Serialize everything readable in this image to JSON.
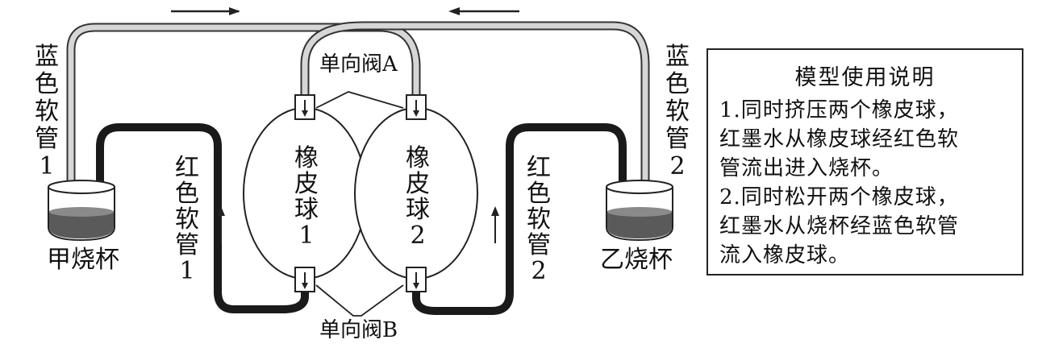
{
  "labels": {
    "blue_tube_1": [
      "蓝",
      "色",
      "软",
      "管",
      "1"
    ],
    "blue_tube_2": [
      "蓝",
      "色",
      "软",
      "管",
      "2"
    ],
    "red_tube_1": [
      "红",
      "色",
      "软",
      "管",
      "1"
    ],
    "red_tube_2": [
      "红",
      "色",
      "软",
      "管",
      "2"
    ],
    "ball_1": [
      "橡",
      "皮",
      "球",
      "1"
    ],
    "ball_2": [
      "橡",
      "皮",
      "球",
      "2"
    ],
    "valve_a": "单向阀A",
    "valve_b": "单向阀B",
    "beaker_jia": "甲烧杯",
    "beaker_yi": "乙烧杯"
  },
  "note": {
    "title": "模型使用说明",
    "lines": [
      "1.同时挤压两个橡皮球，",
      "红墨水从橡皮球经红色软",
      "管流出进入烧杯。",
      "2.同时松开两个橡皮球，",
      "红墨水从烧杯经蓝色软管",
      "流入橡皮球。"
    ]
  },
  "colors": {
    "blue_tube": "#c8c8c8",
    "red_tube": "#1a1a1a",
    "liquid": "#4a4a4a",
    "line": "#222222"
  }
}
